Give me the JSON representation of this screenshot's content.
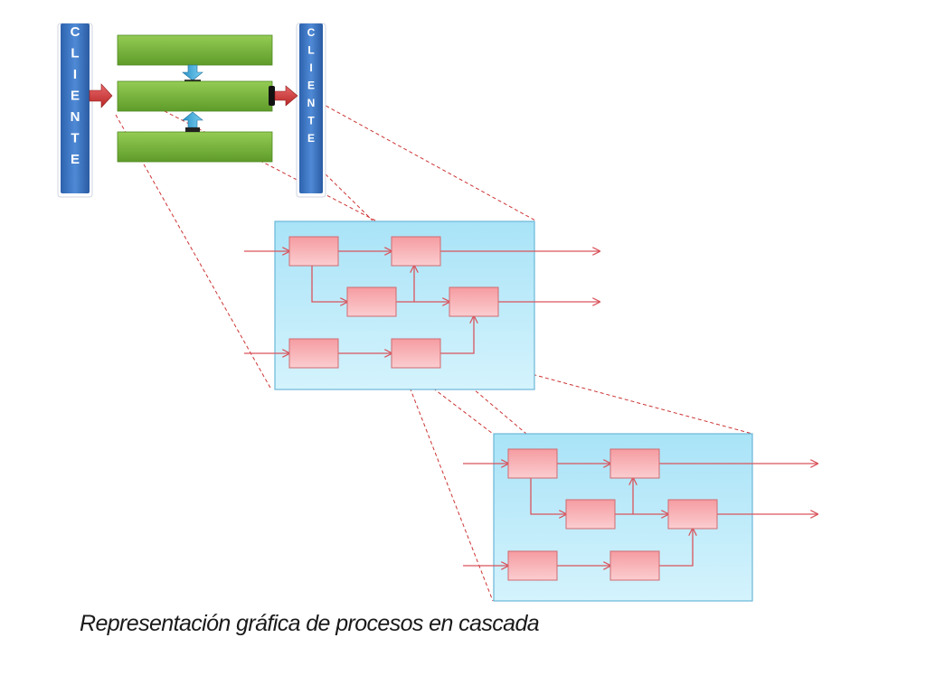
{
  "diagram": {
    "client_left_label": "CLIENTE",
    "client_right_label": "CLIENTE",
    "caption": "Representación gráfica de procesos en cascada"
  },
  "colors": {
    "client_bar": "#3f78c6",
    "layer_bar": "#78b93c",
    "panel_fill": "#b6e9fa",
    "panel_border": "#6ab7d8",
    "process_box": "#f7a9ad",
    "process_border": "#d06a70",
    "flow_arrow": "#d9545c",
    "zoom_line": "#cc3333",
    "red_arrow": "#d23b3b",
    "cyan_arrow": "#3aa7dd"
  }
}
